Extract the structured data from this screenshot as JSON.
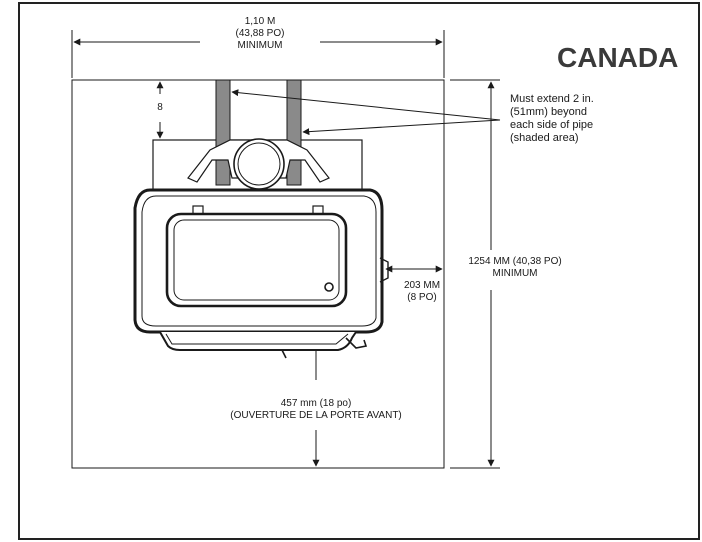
{
  "title": "CANADA",
  "dims": {
    "width_top": [
      "1,10 M",
      "(43,88 PO)",
      "MINIMUM"
    ],
    "top_offset": "8",
    "side_height": [
      "1254 MM (40,38 PO)",
      "MINIMUM"
    ],
    "side_clear": [
      "203 MM",
      "(8 PO)"
    ],
    "front": [
      "457 mm (18 po)",
      "(OUVERTURE DE LA PORTE AVANT)"
    ]
  },
  "note": [
    "Must extend 2 in.",
    "(51mm) beyond",
    "each side of pipe",
    "(shaded area)"
  ],
  "colors": {
    "line": "#1a1a1a",
    "pipe": "#8a8a8a",
    "stove": "#ffffff"
  }
}
